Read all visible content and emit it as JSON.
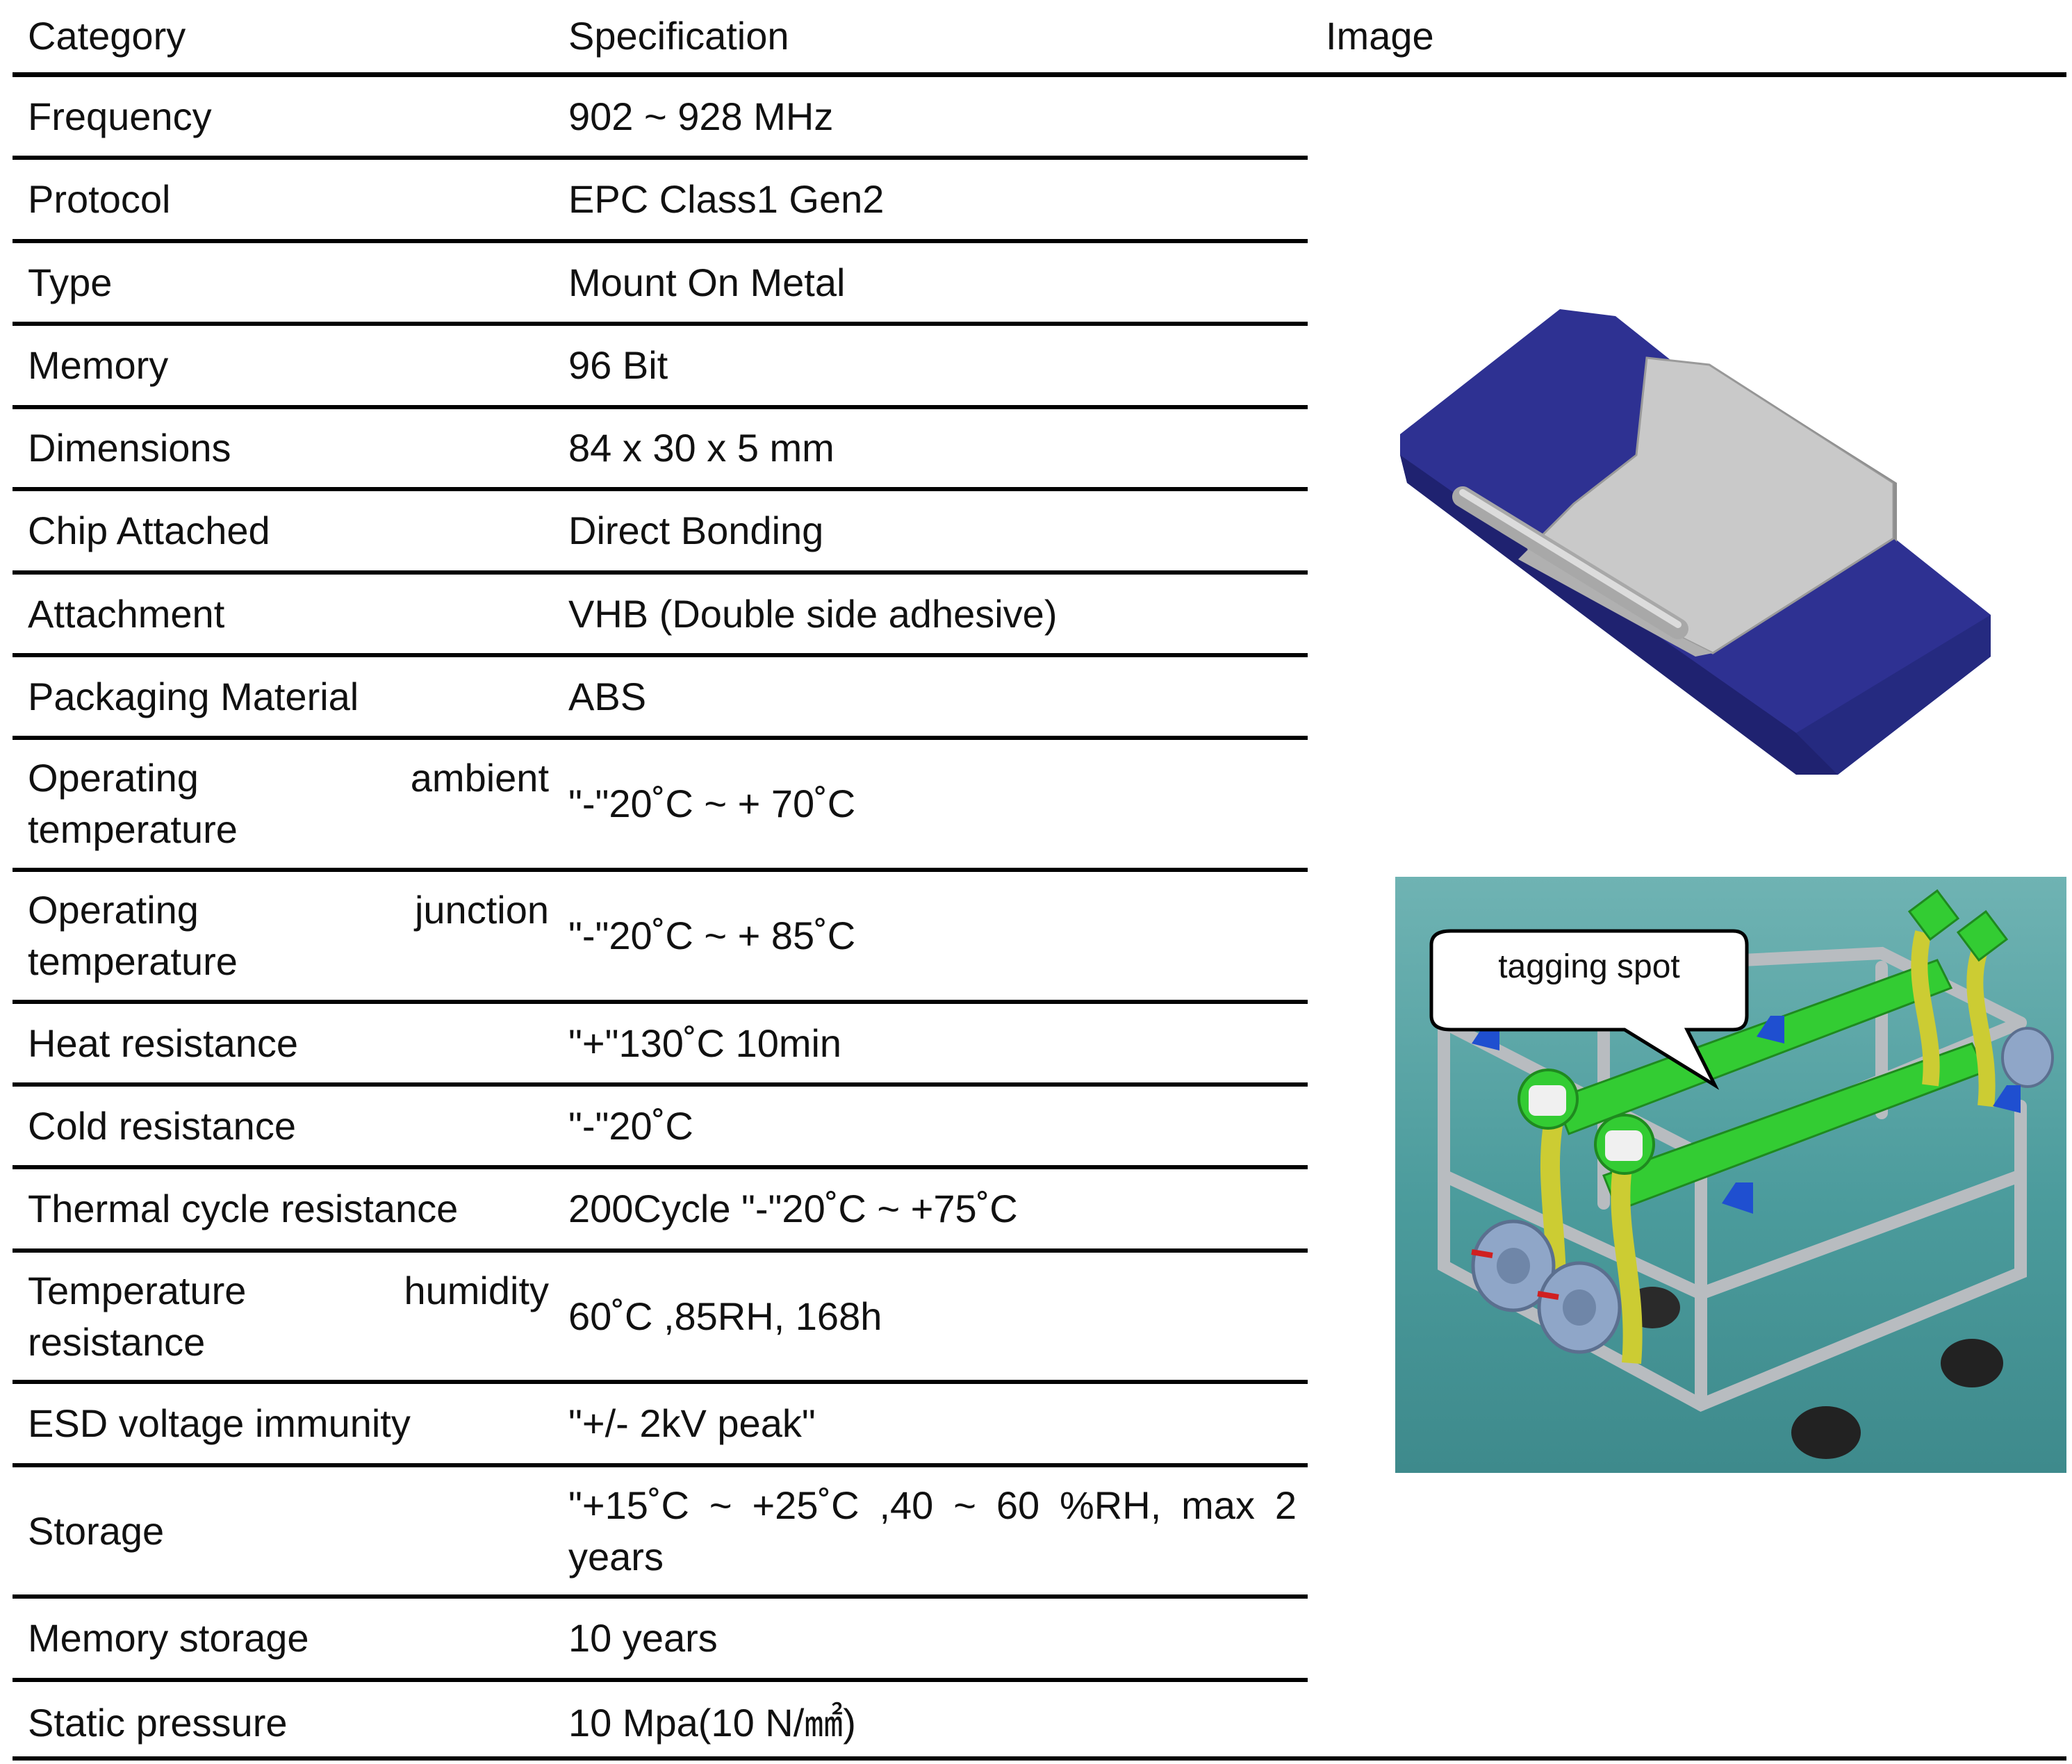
{
  "header": {
    "category": "Category",
    "specification": "Specification",
    "image": "Image"
  },
  "rows": [
    {
      "category": "Frequency",
      "spec": "902 ~ 928 MHz"
    },
    {
      "category": "Protocol",
      "spec": "EPC Class1 Gen2"
    },
    {
      "category": "Type",
      "spec": "Mount On Metal"
    },
    {
      "category": "Memory",
      "spec": "96 Bit"
    },
    {
      "category": "Dimensions",
      "spec": "84 x 30 x 5 mm"
    },
    {
      "category": "Chip Attached",
      "spec": "Direct Bonding"
    },
    {
      "category": "Attachment",
      "spec": "VHB (Double side adhesive)"
    },
    {
      "category": "Packaging Material",
      "spec": "ABS"
    },
    {
      "category": "Operating ambient temperature",
      "spec": "\"-\"20˚C  ~   +  70˚C"
    },
    {
      "category": "Operating junction temperature",
      "spec": "\"-\"20˚C  ~   +  85˚C"
    },
    {
      "category": "Heat resistance",
      "spec": "\"+\"130˚C 10min"
    },
    {
      "category": "Cold resistance",
      "spec": "\"-\"20˚C"
    },
    {
      "category": "Thermal cycle resistance",
      "spec": "200Cycle \"-\"20˚C  ~   +75˚C"
    },
    {
      "category": "Temperature humidity resistance",
      "spec": "60˚C ,85RH, 168h"
    },
    {
      "category": "ESD voltage immunity",
      "spec": "\"+/- 2kV peak\""
    },
    {
      "category": "Storage",
      "spec": "\"+15˚C ~ +25˚C ,40 ~ 60 %RH, max 2 years"
    },
    {
      "category": "Memory storage",
      "spec": "10 years"
    },
    {
      "category": "Static pressure",
      "spec": "10 Mpa(10 N/㎟)"
    }
  ],
  "images": {
    "tag_icon": "rfid-tag-illustration",
    "cart_icon": "cart-fixture-illustration",
    "callout_label": "tagging spot",
    "colors": {
      "tag_body": "#2e3192",
      "tag_plate": "#c8c8c8",
      "cart_background": "#4b9b9c",
      "part_green": "#33cc33",
      "part_yellow": "#cccc33",
      "frame_gray": "#b8bcc0"
    }
  }
}
